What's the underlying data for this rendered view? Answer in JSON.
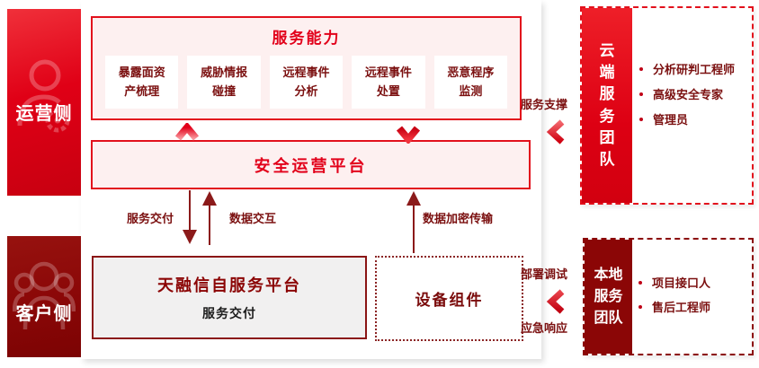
{
  "sides": {
    "operations": "运营侧",
    "customer": "客户侧"
  },
  "capability": {
    "title": "服务能力",
    "items": [
      {
        "line1": "暴露面资",
        "line2": "产梳理"
      },
      {
        "line1": "威胁情报",
        "line2": "碰撞"
      },
      {
        "line1": "远程事件",
        "line2": "分析"
      },
      {
        "line1": "远程事件",
        "line2": "处置"
      },
      {
        "line1": "恶意程序",
        "line2": "监测"
      }
    ]
  },
  "platform": {
    "title": "安全运营平台"
  },
  "self_platform": {
    "title": "天融信自服务平台",
    "subtitle": "服务交付"
  },
  "device": {
    "title": "设备组件"
  },
  "flows": {
    "service_delivery": "服务交付",
    "data_exchange": "数据交互",
    "data_encrypted": "数据加密传输",
    "service_support": "服务支撑",
    "deploy_debug": "部署调试",
    "emergency": "应急响应"
  },
  "cloud_team": {
    "title": "云端服务团队",
    "members": [
      "分析研判工程师",
      "高级安全专家",
      "管理员"
    ]
  },
  "local_team": {
    "title": "本地服务团队",
    "members": [
      "项目接口人",
      "售后工程师"
    ]
  },
  "colors": {
    "bright_red": "#e2001a",
    "maroon": "#8b0606",
    "panel_pink": "#fdf0f0",
    "dark_text": "#7b1010"
  }
}
